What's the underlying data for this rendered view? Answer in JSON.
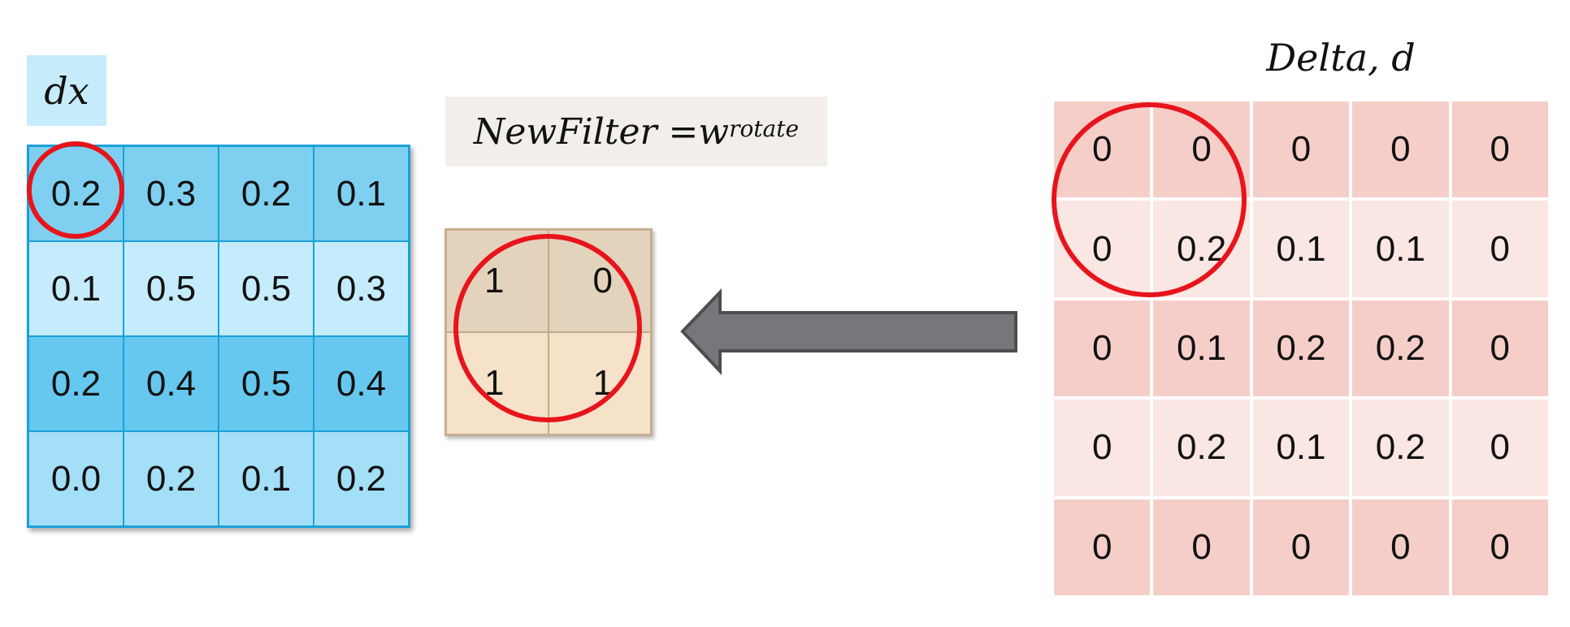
{
  "dx": {
    "label": "dx",
    "rows": [
      [
        "0.2",
        "0.3",
        "0.2",
        "0.1"
      ],
      [
        "0.1",
        "0.5",
        "0.5",
        "0.3"
      ],
      [
        "0.2",
        "0.4",
        "0.5",
        "0.4"
      ],
      [
        "0.0",
        "0.2",
        "0.1",
        "0.2"
      ]
    ]
  },
  "new_filter": {
    "label_main": "NewFilter =w",
    "label_sup": "rotate",
    "rows": [
      [
        "1",
        "0"
      ],
      [
        "1",
        "1"
      ]
    ]
  },
  "delta": {
    "title": "Delta, d",
    "rows": [
      [
        "0",
        "0",
        "0",
        "0",
        "0"
      ],
      [
        "0",
        "0.2",
        "0.1",
        "0.1",
        "0"
      ],
      [
        "0",
        "0.1",
        "0.2",
        "0.2",
        "0"
      ],
      [
        "0",
        "0.2",
        "0.1",
        "0.2",
        "0"
      ],
      [
        "0",
        "0",
        "0",
        "0",
        "0"
      ]
    ]
  },
  "colors": {
    "highlight_circle": "#e8141c",
    "arrow_fill": "#76777a",
    "arrow_stroke": "#4d4e50"
  }
}
